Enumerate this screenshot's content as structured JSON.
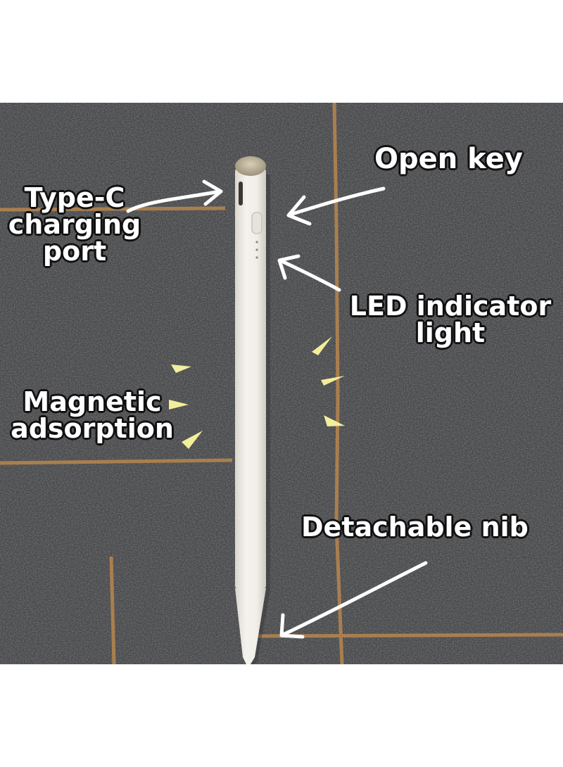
{
  "labels": {
    "type_c": {
      "line1": "Type-C",
      "line2": "charging",
      "line3": "port"
    },
    "open_key": "Open key",
    "led": {
      "line1": "LED indicator",
      "line2": "light"
    },
    "magnetic": {
      "line1": "Magnetic",
      "line2": "adsorption"
    },
    "nib": "Detachable nib"
  },
  "colors": {
    "carpet": "#4a4b4d",
    "carpet_stripe": "#b8864e",
    "stylus": "#efede6",
    "stylus_cap": "#b5a990",
    "arrow": "#ffffff",
    "magnet_marks": "#f3ee9a"
  }
}
